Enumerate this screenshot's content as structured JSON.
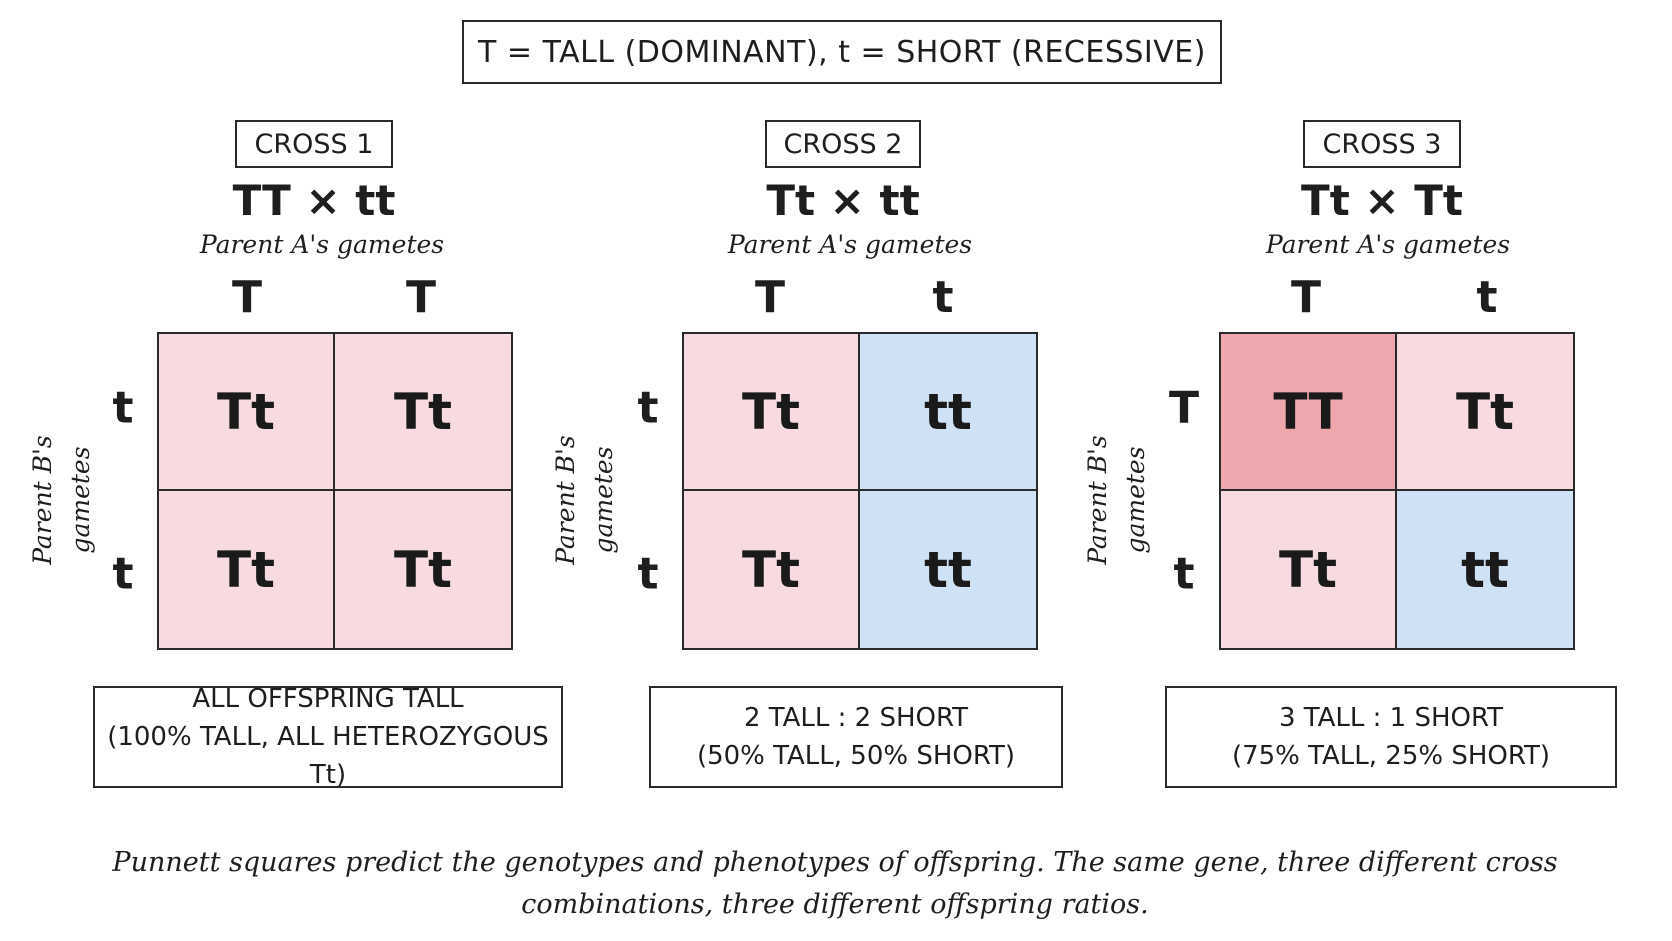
{
  "legend": "T = TALL (DOMINANT), t = SHORT (RECESSIVE)",
  "colors": {
    "heterozygous_tall": "#f7dbe0",
    "homozygous_tall": "#eda7ad",
    "short": "#cfe1f4"
  },
  "crosses": [
    {
      "label": "CROSS 1",
      "formula": "TT × tt",
      "parent_a_label": "Parent A's gametes",
      "parent_b_label": "Parent B's gametes",
      "top_alleles": [
        "T",
        "T"
      ],
      "side_alleles": [
        "t",
        "t"
      ],
      "cells": [
        "Tt",
        "Tt",
        "Tt",
        "Tt"
      ],
      "summary_line1": "ALL OFFSPRING TALL",
      "summary_line2": "(100% TALL, ALL HETEROZYGOUS Tt)"
    },
    {
      "label": "CROSS 2",
      "formula": "Tt × tt",
      "parent_a_label": "Parent A's gametes",
      "parent_b_label": "Parent B's gametes",
      "top_alleles": [
        "T",
        "t"
      ],
      "side_alleles": [
        "t",
        "t"
      ],
      "cells": [
        "Tt",
        "tt",
        "Tt",
        "tt"
      ],
      "summary_line1": "2 TALL : 2 SHORT",
      "summary_line2": "(50% TALL, 50% SHORT)"
    },
    {
      "label": "CROSS 3",
      "formula": "Tt × Tt",
      "parent_a_label": "Parent A's gametes",
      "parent_b_label": "Parent B's gametes",
      "top_alleles": [
        "T",
        "t"
      ],
      "side_alleles": [
        "T",
        "t"
      ],
      "cells": [
        "TT",
        "Tt",
        "Tt",
        "tt"
      ],
      "summary_line1": "3 TALL : 1 SHORT",
      "summary_line2": "(75% TALL, 25% SHORT)"
    }
  ],
  "caption": "Punnett squares predict the genotypes and phenotypes of offspring. The same gene, three different cross combinations, three different offspring ratios."
}
